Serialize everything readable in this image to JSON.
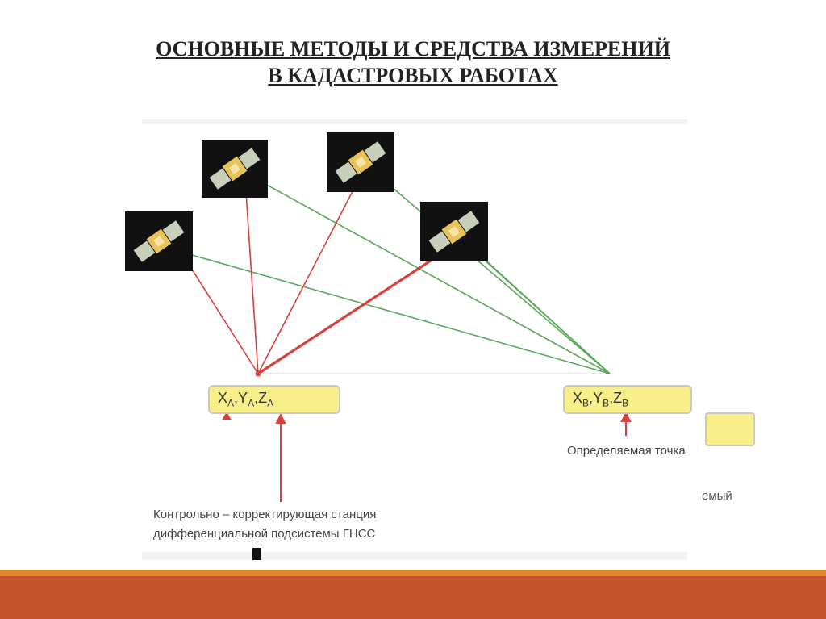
{
  "title": {
    "line1": "ОСНОВНЫЕ МЕТОДЫ И СРЕДСТВА ИЗМЕРЕНИЙ",
    "line2": "В КАДАСТРОВЫХ РАБОТАХ"
  },
  "point_a": {
    "x": "X",
    "sx": "A",
    "y": "Y",
    "sy": "A",
    "z": "Z",
    "sz": "A"
  },
  "point_b": {
    "x": "X",
    "sx": "B",
    "y": "Y",
    "sy": "B",
    "z": "Z",
    "sz": "B"
  },
  "labels": {
    "station_line1": "Контрольно – корректирующая станция",
    "station_line2": "дифференциальной подсистемы ГНСС",
    "determined_point": "Определяемая точка",
    "partial_text": "емый"
  },
  "colors": {
    "signal_red": "#d9403a",
    "signal_green": "#5aa85a",
    "box_fill": "#f8ee8a",
    "footer_orange": "#e08a2c",
    "footer_brown": "#c4542a"
  },
  "icons": [
    "satellite-icon"
  ]
}
